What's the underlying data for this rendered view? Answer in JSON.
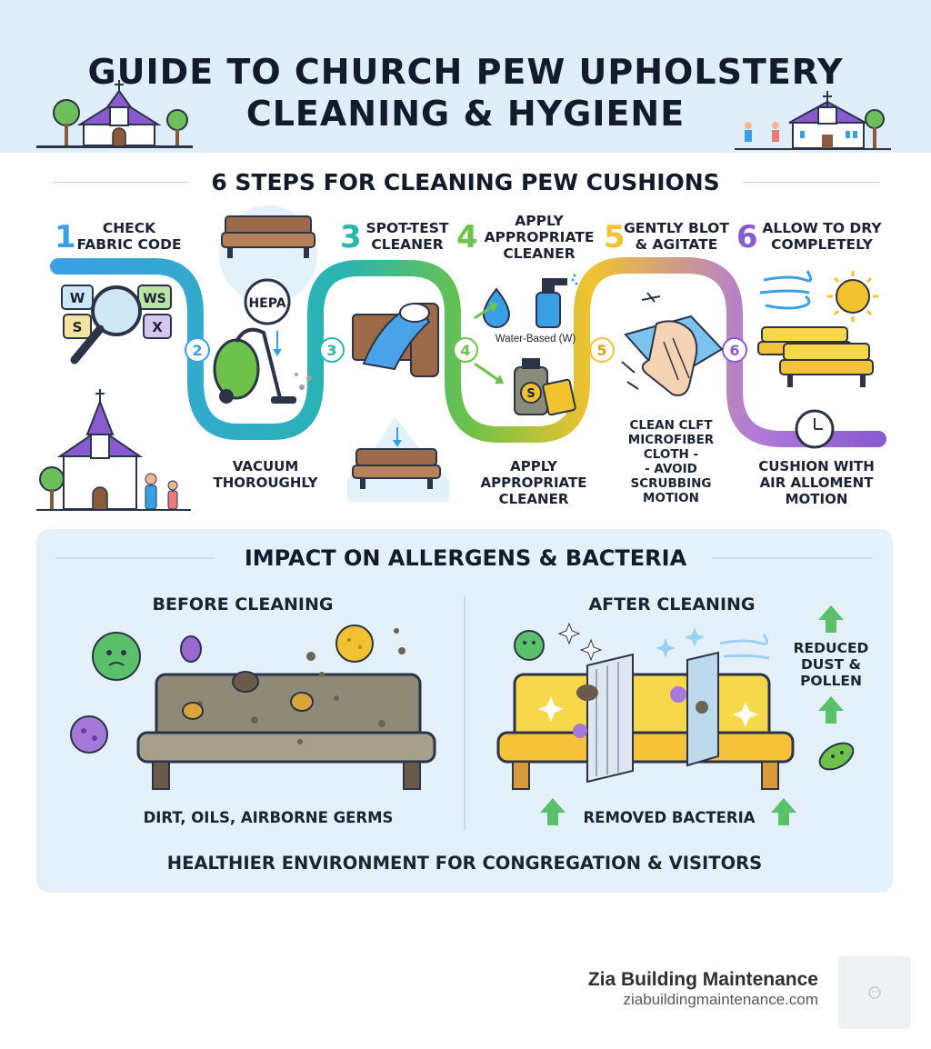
{
  "title": {
    "line1": "GUIDE TO CHURCH PEW UPHOLSTERY",
    "line2": "CLEANING & HYGIENE"
  },
  "steps_section": {
    "title": "6 STEPS FOR CLEANING PEW CUSHIONS",
    "steps": [
      {
        "number": "1",
        "label_line1": "CHECK",
        "label_line2": "FABRIC CODE",
        "color": "#3aa0e6"
      },
      {
        "number": "2",
        "label_line1": "VACUUM",
        "label_line2": "THOROUGHLY",
        "color": "#3aa0e6"
      },
      {
        "number": "3",
        "label_line1": "SPOT-TEST",
        "label_line2": "CLEANER",
        "color": "#2ab5b0"
      },
      {
        "number": "4",
        "label_line1": "APPLY",
        "label_line2": "APPROPRIATE",
        "label_line3": "CLEANER",
        "color": "#6cc24a"
      },
      {
        "number": "5",
        "label_line1": "GENTLY BLOT",
        "label_line2": "& AGITATE",
        "color": "#f2c230"
      },
      {
        "number": "6",
        "label_line1": "ALLOW TO DRY",
        "label_line2": "COMPLETELY",
        "color": "#8a5bd0"
      }
    ],
    "fabric_codes": [
      "W",
      "WS",
      "S",
      "X"
    ],
    "hepa": "HEPA",
    "water_based": "Water-Based (W)",
    "solvent": "S",
    "cap_vacuum_1": "VACUUM",
    "cap_vacuum_2": "THOROUGHLY",
    "cap_apply_1": "APPLY",
    "cap_apply_2": "APPROPRIATE",
    "cap_apply_3": "CLEANER",
    "cap_cloth_1": "CLEAN CLFT",
    "cap_cloth_2": "MICROFIBER",
    "cap_cloth_3": "CLOTH -",
    "cap_cloth_4": "- AVOID",
    "cap_cloth_5": "SCRUBBING",
    "cap_cloth_6": "MOTION",
    "cap_dry_1": "CUSHION WITH",
    "cap_dry_2": "AIR ALLOMENT",
    "cap_dry_3": "MOTION"
  },
  "impact_section": {
    "title": "IMPACT ON ALLERGENS & BACTERIA",
    "before_title": "BEFORE CLEANING",
    "after_title": "AFTER CLEANING",
    "before_caption": "DIRT, OILS, AIRBORNE GERMS",
    "after_caption": "REMOVED BACTERIA",
    "reduced_1": "REDUCED",
    "reduced_2": "DUST &",
    "reduced_3": "POLLEN",
    "footer": "HEALTHIER ENVIRONMENT FOR CONGREGATION & VISITORS"
  },
  "brand": {
    "name": "Zia Building Maintenance",
    "url": "ziabuildingmaintenance.com"
  },
  "colors": {
    "header_bg": "#dfeef8",
    "impact_bg": "#e4f1fa",
    "step1": "#3aa0e6",
    "step3": "#2ab5b0",
    "step4": "#6cc24a",
    "step5": "#f2c230",
    "step6": "#8a5bd0",
    "pew_brown": "#8a5a3c",
    "pew_yellow": "#f6d84a",
    "pew_dirty": "#8f8a76"
  }
}
